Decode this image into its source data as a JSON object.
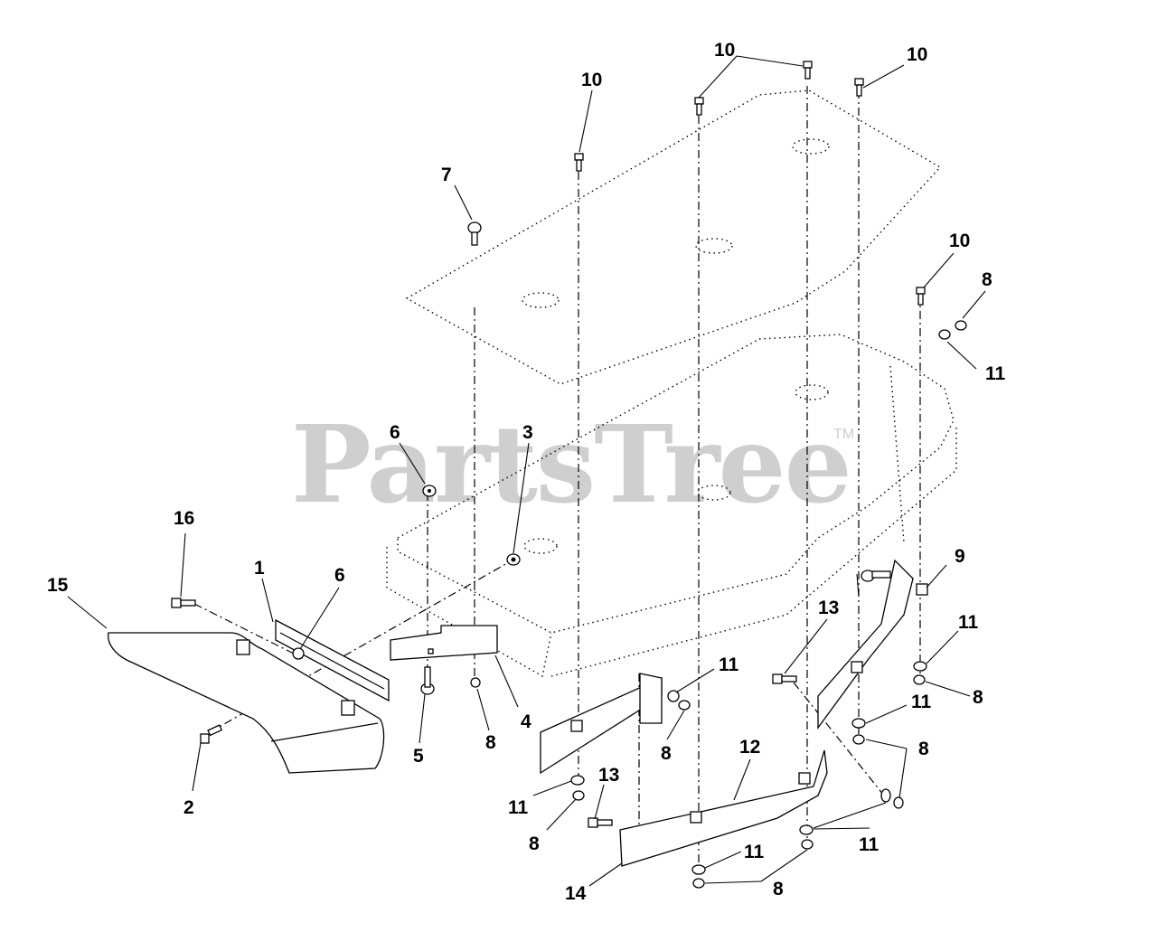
{
  "watermark": {
    "text": "PartsTree",
    "trademark": "TM"
  },
  "callouts": {
    "c1": "1",
    "c2": "2",
    "c3": "3",
    "c4": "4",
    "c5": "5",
    "c6a": "6",
    "c6b": "6",
    "c7": "7",
    "c8a": "8",
    "c8b": "8",
    "c8c": "8",
    "c8d": "8",
    "c8e": "8",
    "c8f": "8",
    "c8g": "8",
    "c9": "9",
    "c10a": "10",
    "c10b": "10",
    "c10c": "10",
    "c10d": "10",
    "c11a": "11",
    "c11b": "11",
    "c11c": "11",
    "c11d": "11",
    "c11e": "11",
    "c11f": "11",
    "c11g": "11",
    "c12": "12",
    "c13a": "13",
    "c13b": "13",
    "c14": "14",
    "c15": "15",
    "c16": "16"
  }
}
